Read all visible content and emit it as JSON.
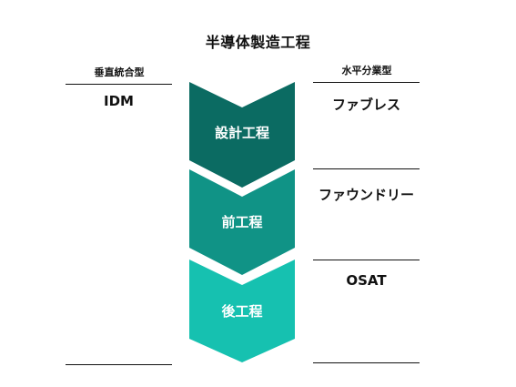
{
  "title": "半導体製造工程",
  "left_column": {
    "heading": "垂直統合型",
    "items": [
      "IDM"
    ]
  },
  "right_column": {
    "heading": "水平分業型",
    "items": [
      "ファブレス",
      "ファウンドリー",
      "OSAT"
    ]
  },
  "stages": [
    {
      "label": "設計工程",
      "color": "#0b6b62"
    },
    {
      "label": "前工程",
      "color": "#109386"
    },
    {
      "label": "後工程",
      "color": "#16c1b0"
    }
  ]
}
